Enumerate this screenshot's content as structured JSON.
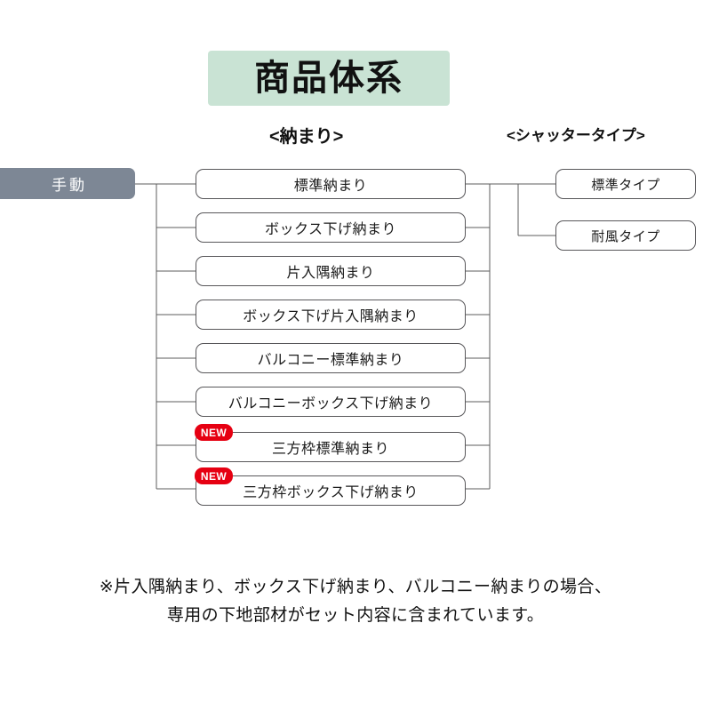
{
  "banner": {
    "title": "商品体系",
    "bg_color": "#c9e3d4"
  },
  "headers": {
    "narrow": "<納まり>",
    "shutter": "<シャッタータイプ>"
  },
  "root": {
    "label": "手動",
    "bg_color": "#7d8795",
    "text_color": "#ffffff"
  },
  "badge": {
    "label": "NEW",
    "color": "#e60012"
  },
  "narrow_nodes": [
    {
      "label": "標準納まり",
      "new": false
    },
    {
      "label": "ボックス下げ納まり",
      "new": false
    },
    {
      "label": "片入隅納まり",
      "new": false
    },
    {
      "label": "ボックス下げ片入隅納まり",
      "new": false
    },
    {
      "label": "バルコニー標準納まり",
      "new": false
    },
    {
      "label": "バルコニーボックス下げ納まり",
      "new": false
    },
    {
      "label": "三方枠標準納まり",
      "new": true
    },
    {
      "label": "三方枠ボックス下げ納まり",
      "new": true
    }
  ],
  "shutter_nodes": [
    {
      "label": "標準タイプ"
    },
    {
      "label": "耐風タイプ"
    }
  ],
  "footnote": {
    "line1": "※片入隅納まり、ボックス下げ納まり、バルコニー納まりの場合、",
    "line2": "専用の下地部材がセット内容に含まれています。"
  }
}
